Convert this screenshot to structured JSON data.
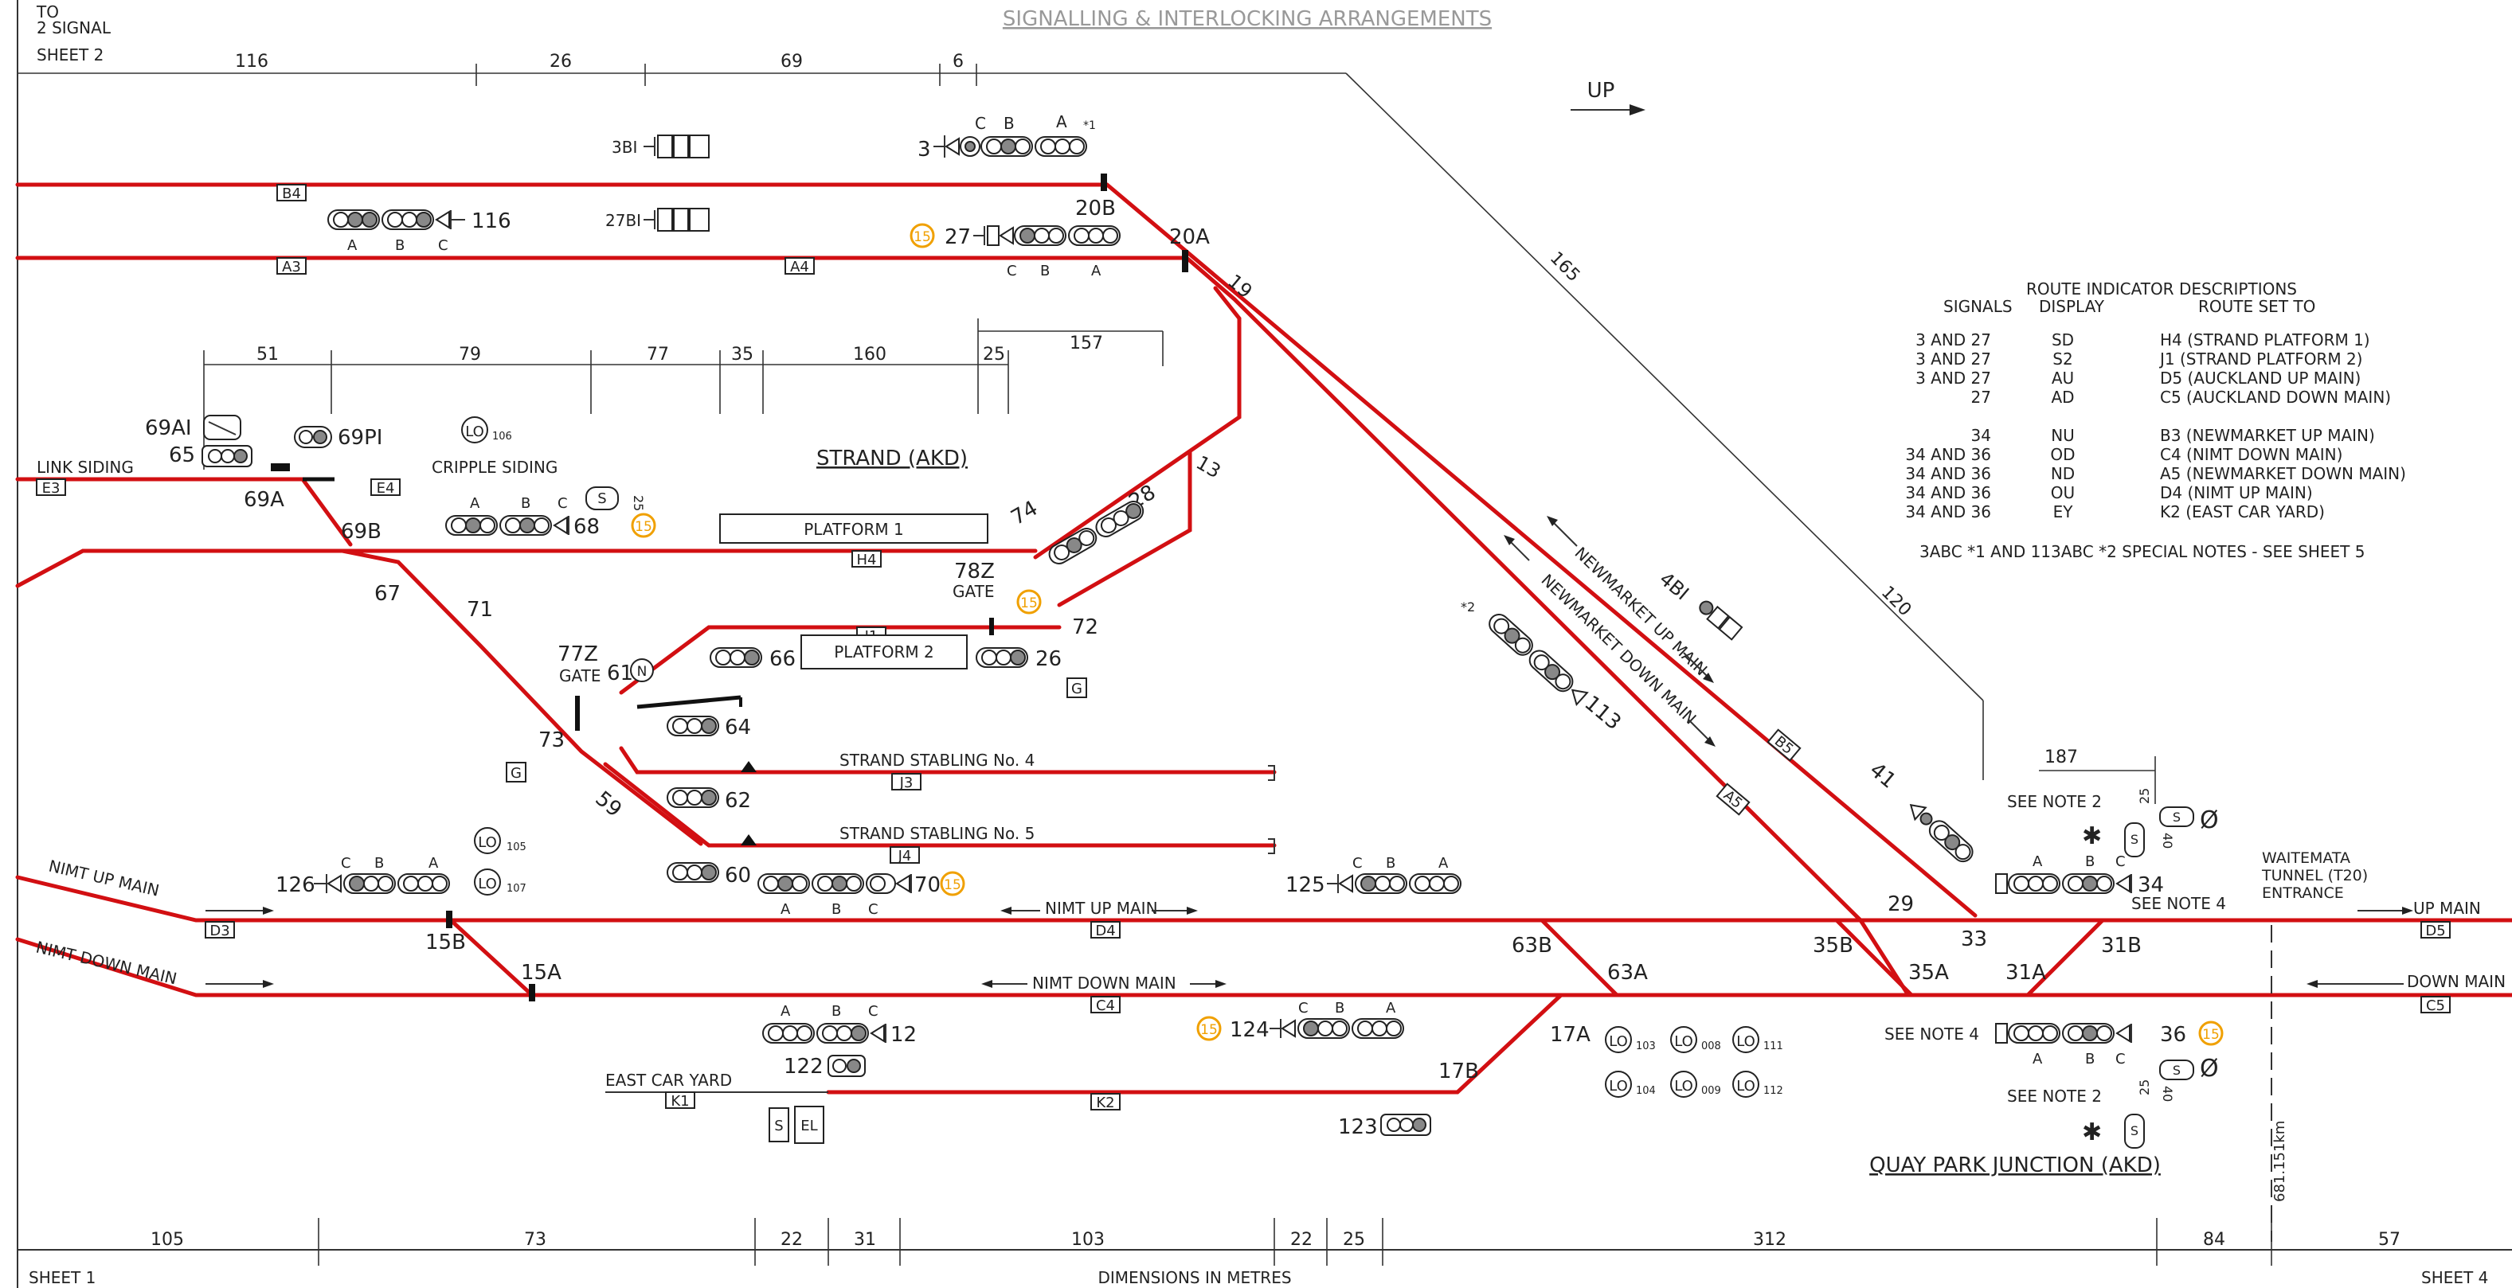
{
  "title": "SIGNALLING & INTERLOCKING ARRANGEMENTS",
  "junction_name": "QUAY PARK JUNCTION (AKD)",
  "station_name": "STRAND (AKD)",
  "direction_label": "UP",
  "km_post": "681.151km",
  "footer_label": "DIMENSIONS IN METRES",
  "sheet_refs": {
    "top_left_1": "TO",
    "top_left_2": "2 SIGNAL",
    "top_left_3": "SHEET 2",
    "bottom_left": "SHEET 1",
    "bottom_right": "SHEET 4"
  },
  "tunnel": {
    "line1": "WAITEMATA",
    "line2": "TUNNEL (T20)",
    "line3": "ENTRANCE"
  },
  "colors": {
    "track": "#d20f12",
    "speed_badge": "#f0a000",
    "line": "#222222"
  },
  "tracks": {
    "labels": {
      "link_siding": "LINK SIDING",
      "cripple_siding": "CRIPPLE SIDING",
      "platform1": "PLATFORM 1",
      "platform2": "PLATFORM 2",
      "stabling4": "STRAND STABLING No. 4",
      "stabling5": "STRAND STABLING No. 5",
      "nimt_up_main_left": "NIMT UP MAIN",
      "nimt_down_main_left": "NIMT DOWN MAIN",
      "nimt_up_main_mid": "NIMT UP MAIN",
      "nimt_down_main_mid": "NIMT DOWN MAIN",
      "newmarket_up": "NEWMARKET UP MAIN",
      "newmarket_down": "NEWMARKET DOWN MAIN",
      "east_car_yard": "EAST CAR YARD",
      "up_main_right": "UP MAIN",
      "down_main_right": "DOWN MAIN"
    },
    "circuits": [
      "B4",
      "A3",
      "A4",
      "E3",
      "E4",
      "H4",
      "J1",
      "J3",
      "J4",
      "D3",
      "D4",
      "C4",
      "K1",
      "K2",
      "B5",
      "A5",
      "D5",
      "C5"
    ]
  },
  "top_dimensions": [
    "116",
    "26",
    "69",
    "6"
  ],
  "mid_dimensions": [
    "51",
    "79",
    "77",
    "35",
    "160",
    "25",
    "157"
  ],
  "diag_dimensions": [
    "165",
    "120",
    "187"
  ],
  "bottom_dimensions": [
    "105",
    "73",
    "22",
    "31",
    "103",
    "22",
    "25",
    "312",
    "84",
    "57"
  ],
  "signals": [
    "3",
    "3BI",
    "27BI",
    "116",
    "27",
    "20B",
    "20A",
    "19",
    "13",
    "28",
    "74",
    "72",
    "78Z",
    "26",
    "66",
    "64",
    "62",
    "60",
    "70",
    "69AI",
    "69PI",
    "65",
    "69A",
    "69B",
    "67",
    "71",
    "68",
    "77Z",
    "61",
    "73",
    "59",
    "126",
    "15B",
    "15A",
    "125",
    "12",
    "122",
    "124",
    "123",
    "17B",
    "17A",
    "63B",
    "63A",
    "4BI",
    "113",
    "41",
    "29",
    "33",
    "35B",
    "35A",
    "31A",
    "31B",
    "34",
    "36"
  ],
  "signal_text": {
    "three_abc": [
      "C",
      "B",
      "A"
    ],
    "note1": "*1",
    "note2": "*2",
    "gate": "GATE",
    "speed": "15",
    "lo": "LO",
    "lo_subs": [
      "106",
      "105",
      "107",
      "103",
      "008",
      "111",
      "104",
      "009",
      "112"
    ],
    "n_marker": "N",
    "see_note_2": "SEE NOTE 2",
    "see_note_4": "SEE NOTE 4",
    "speed_25": "25",
    "speed_40": "40",
    "g_marker": "G",
    "s_marker": "S",
    "el_marker": "EL"
  },
  "route_table": {
    "title": "ROUTE INDICATOR DESCRIPTIONS",
    "headers": [
      "SIGNALS",
      "DISPLAY",
      "ROUTE SET TO"
    ],
    "rows": [
      [
        "3 AND 27",
        "SD",
        "H4 (STRAND PLATFORM 1)"
      ],
      [
        "3 AND 27",
        "S2",
        "J1 (STRAND PLATFORM 2)"
      ],
      [
        "3 AND 27",
        "AU",
        "D5 (AUCKLAND UP MAIN)"
      ],
      [
        "27",
        "AD",
        "C5 (AUCKLAND DOWN MAIN)"
      ],
      [
        "34",
        "NU",
        "B3 (NEWMARKET UP MAIN)"
      ],
      [
        "34 AND 36",
        "OD",
        "C4 (NIMT DOWN MAIN)"
      ],
      [
        "34 AND 36",
        "ND",
        "A5 (NEWMARKET DOWN MAIN)"
      ],
      [
        "34 AND 36",
        "OU",
        "D4 (NIMT UP MAIN)"
      ],
      [
        "34 AND 36",
        "EY",
        "K2 (EAST CAR YARD)"
      ]
    ],
    "note": "3ABC *1 AND 113ABC *2 SPECIAL NOTES - SEE SHEET 5"
  }
}
